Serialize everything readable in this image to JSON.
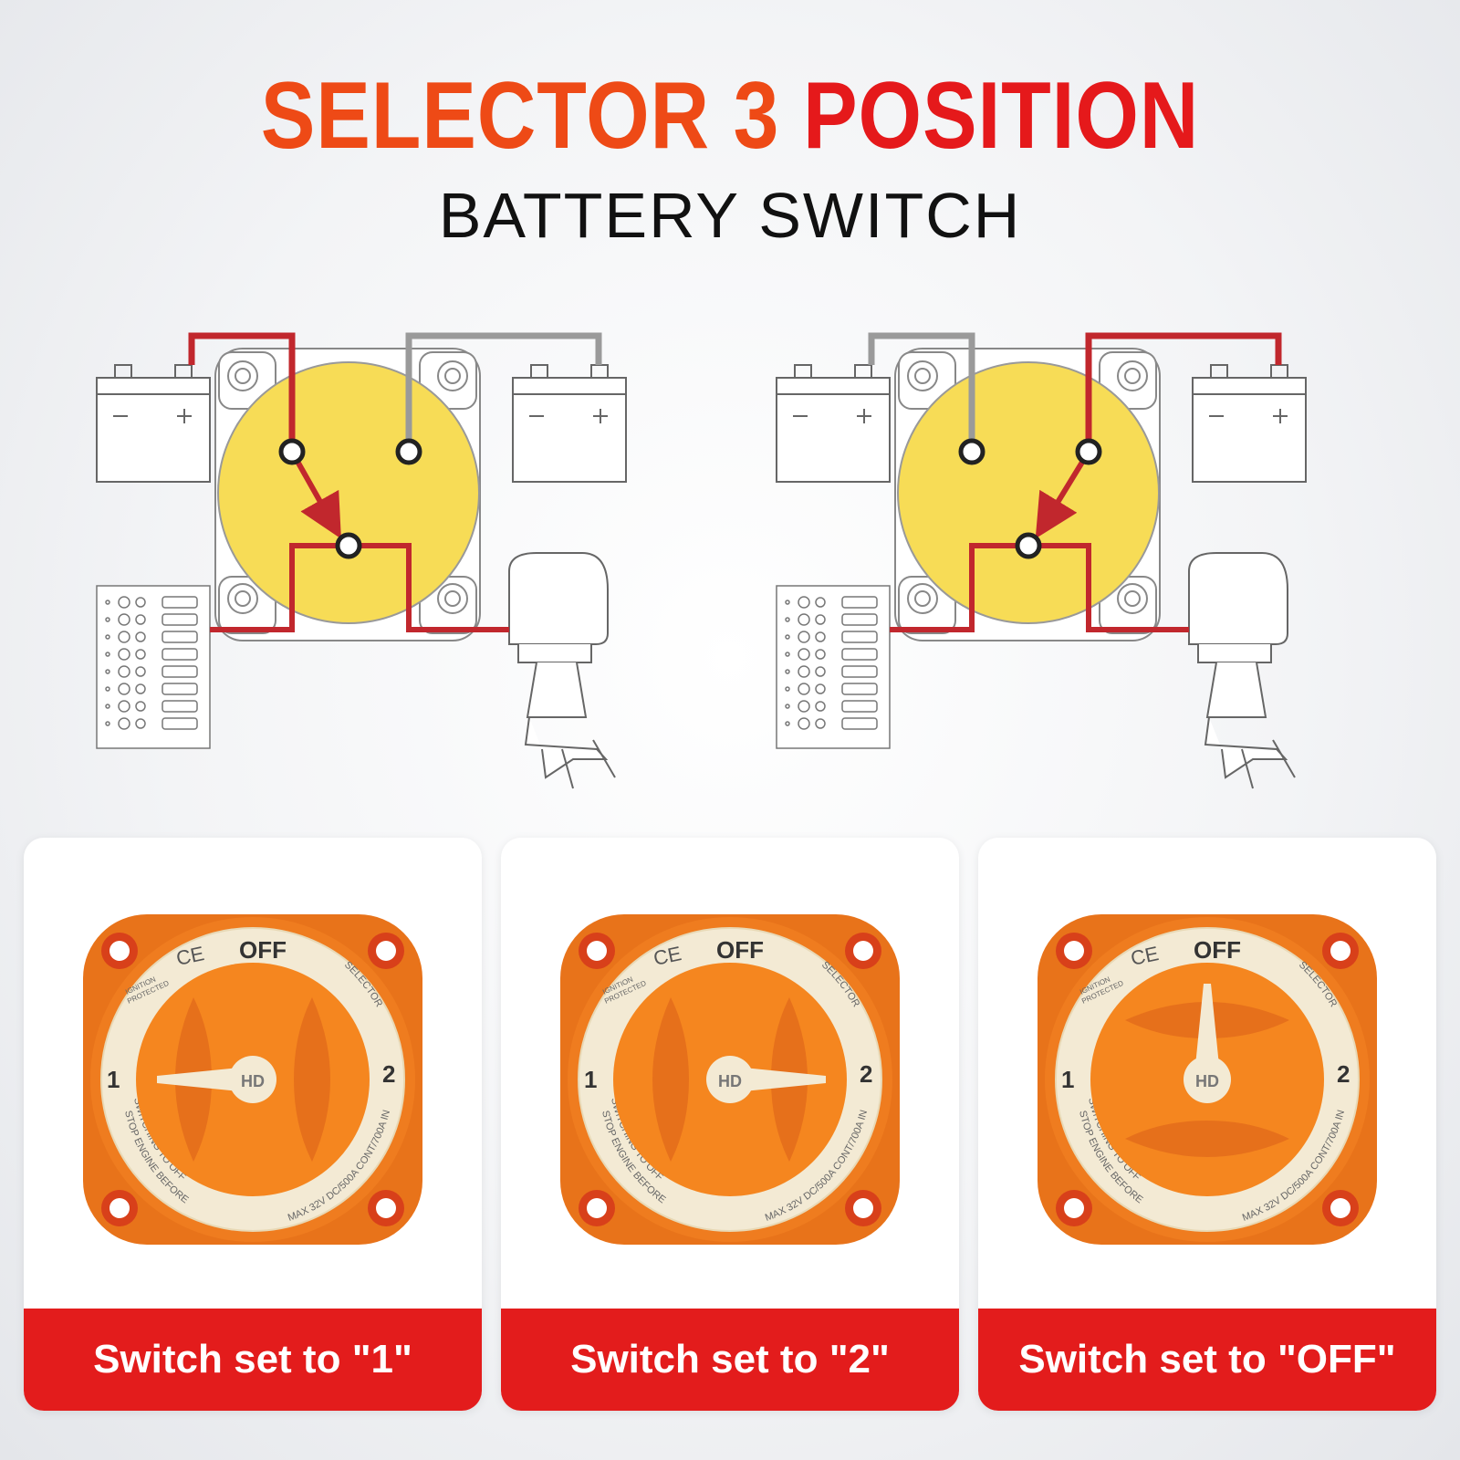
{
  "header": {
    "title_part1": "SELECTOR 3",
    "title_part2": "POSITION",
    "subtitle": "BATTERY SWITCH"
  },
  "colors": {
    "title_orange": "#ee4a16",
    "title_red": "#e5191b",
    "wire_red": "#c1272d",
    "wire_gray": "#9a9a9a",
    "switch_face": "#f7dc56",
    "product_orange": "#f5861f",
    "caption_bar": "#e31c1c"
  },
  "diagrams": [
    {
      "active_battery": "left"
    },
    {
      "active_battery": "right"
    }
  ],
  "switch_face_text": {
    "off": "OFF",
    "ce": "CE",
    "selector": "SELECTOR",
    "ignition_line1": "IGNITION",
    "ignition_line2": "PROTECTED",
    "pos1": "1",
    "pos2": "2",
    "warning_line1": "STOP ENGINE BEFORE",
    "warning_line2": "SWITCHING TO OFF",
    "rating": "MAX 32V DC/500A CONT/700A INT.",
    "knob": "HD"
  },
  "cards": [
    {
      "caption": "Switch set to \"1\"",
      "position": "1"
    },
    {
      "caption": "Switch set to \"2\"",
      "position": "2"
    },
    {
      "caption": "Switch set to \"OFF\"",
      "position": "OFF"
    }
  ]
}
